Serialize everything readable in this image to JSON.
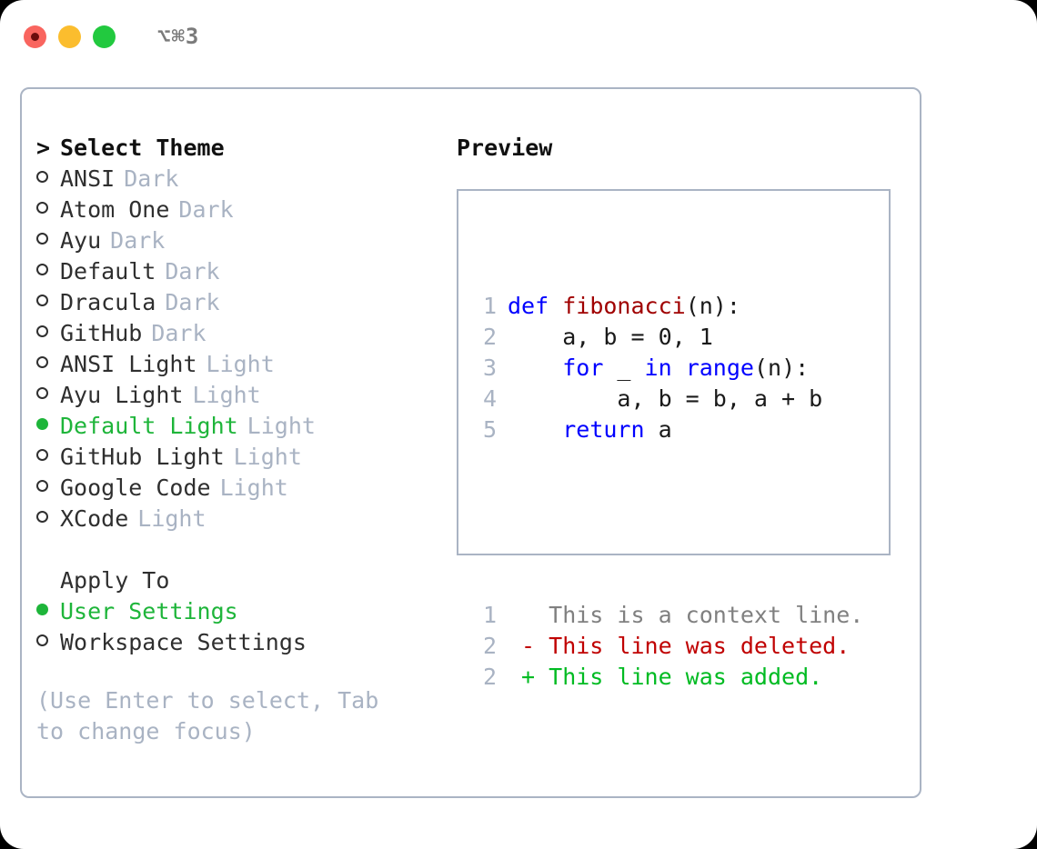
{
  "titlebar": {
    "shortcut": "⌥⌘3",
    "lights": [
      {
        "name": "close",
        "color": "#f9655f"
      },
      {
        "name": "minimize",
        "color": "#fbbd2e"
      },
      {
        "name": "maximize",
        "color": "#22c93f"
      }
    ]
  },
  "theme_picker": {
    "header_marker": ">",
    "header": "Select Theme",
    "marker_selected": "●",
    "marker_unselected": "○",
    "selected_color": "#1eb53a",
    "tag_color": "#a9b3c3",
    "items": [
      {
        "label": "ANSI",
        "tag": "Dark",
        "selected": false
      },
      {
        "label": "Atom One",
        "tag": "Dark",
        "selected": false
      },
      {
        "label": "Ayu",
        "tag": "Dark",
        "selected": false
      },
      {
        "label": "Default",
        "tag": "Dark",
        "selected": false
      },
      {
        "label": "Dracula",
        "tag": "Dark",
        "selected": false
      },
      {
        "label": "GitHub",
        "tag": "Dark",
        "selected": false
      },
      {
        "label": "ANSI Light",
        "tag": "Light",
        "selected": false
      },
      {
        "label": "Ayu Light",
        "tag": "Light",
        "selected": false
      },
      {
        "label": "Default Light",
        "tag": "Light",
        "selected": true
      },
      {
        "label": "GitHub Light",
        "tag": "Light",
        "selected": false
      },
      {
        "label": "Google Code",
        "tag": "Light",
        "selected": false
      },
      {
        "label": "XCode",
        "tag": "Light",
        "selected": false
      }
    ]
  },
  "apply_to": {
    "header": "Apply To",
    "items": [
      {
        "label": "User Settings",
        "selected": true
      },
      {
        "label": "Workspace Settings",
        "selected": false
      }
    ]
  },
  "hint": "(Use Enter to select, Tab to change focus)",
  "preview": {
    "title": "Preview",
    "code_lines": [
      {
        "num": "1",
        "tokens": [
          {
            "text": "def ",
            "kind": "kw"
          },
          {
            "text": "fibonacci",
            "kind": "fn"
          },
          {
            "text": "(n):",
            "kind": "plain"
          }
        ]
      },
      {
        "num": "2",
        "tokens": [
          {
            "text": "    a, b = 0, 1",
            "kind": "plain"
          }
        ]
      },
      {
        "num": "3",
        "tokens": [
          {
            "text": "    ",
            "kind": "plain"
          },
          {
            "text": "for",
            "kind": "kw"
          },
          {
            "text": " _ ",
            "kind": "plain"
          },
          {
            "text": "in",
            "kind": "kw"
          },
          {
            "text": " ",
            "kind": "plain"
          },
          {
            "text": "range",
            "kind": "kw"
          },
          {
            "text": "(n):",
            "kind": "plain"
          }
        ]
      },
      {
        "num": "4",
        "tokens": [
          {
            "text": "        a, b = b, a + b",
            "kind": "plain"
          }
        ]
      },
      {
        "num": "5",
        "tokens": [
          {
            "text": "    ",
            "kind": "plain"
          },
          {
            "text": "return",
            "kind": "kw"
          },
          {
            "text": " a",
            "kind": "plain"
          }
        ]
      }
    ],
    "diff_lines": [
      {
        "num": "1",
        "text": "   This is a context line.",
        "kind": "ctx"
      },
      {
        "num": "2",
        "text": " - This line was deleted.",
        "kind": "del"
      },
      {
        "num": "2",
        "text": " + This line was added.",
        "kind": "add"
      }
    ]
  }
}
